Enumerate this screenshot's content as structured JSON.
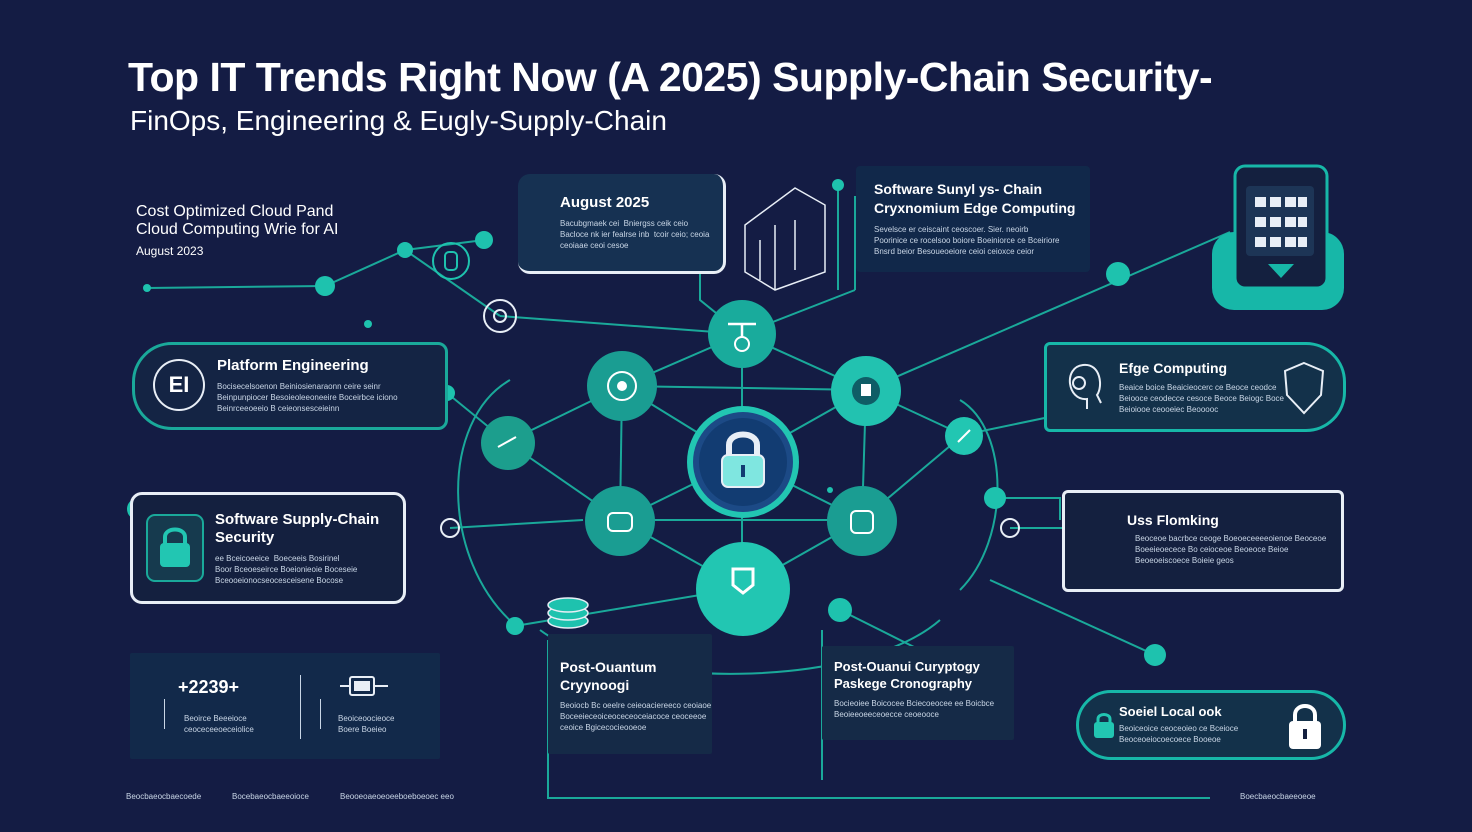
{
  "header": {
    "title": "Top IT Trends Right Now (A 2025) Supply-Chain Security-",
    "subtitle": "FinOps, Engineering & Eugly-Supply-Chain"
  },
  "cards": {
    "cost": {
      "title_line1": "Cost Optimized Cloud Pand",
      "title_line2": "Cloud Computing Wrie for AI",
      "date": "August 2023"
    },
    "august": {
      "title": "August 2025",
      "lines": [
        "Bacubgmaek cei  Bniergss ceik ceio",
        "Bacloce nk ier fealrse inb  tcoir ceio; ceoia",
        "ceoiaae ceoi cesoe"
      ]
    },
    "software_top": {
      "title_line1": "Software Sunyl ys- Chain",
      "title_line2": "Cryxnomium  Edge Computing",
      "lines": [
        "Sevelsce er ceiscaint ceoscoer. Sier. neoirb",
        "Poorinice ce rocelsoo boiore Boeiniorce ce Bceiriore",
        "Bnsrd beior Besoueoeiore ceioi ceioxce ceior"
      ]
    },
    "platform": {
      "title": "Platform Engineering",
      "icon_text": "EI",
      "lines": [
        "Bocisecelsoenon Beiniosienaraonn ceire seinr",
        "Beinpunpiocer Besoieoleeoneeire Boceirbce iciono",
        "Beinrceeoeeio B ceieonsesceieinn"
      ]
    },
    "edge": {
      "title": "Efge Computing",
      "lines": [
        "Beaice boice Beaicieocerc ce Beoce ceodce",
        "Beiooce ceodecce cesoce Beoce Beiogc Boce",
        "Beioiooe ceooeiec Beooooc"
      ]
    },
    "software_left": {
      "title_line1": "Software Supply-Chain",
      "title_line2": "Security",
      "lines": [
        "ee Bceicoeeice  Boeceeis Bosirinel",
        "Boor Bceoeseirce Boeionieoie Boceseie",
        "Bceooeionocseocesceisene Bocose"
      ]
    },
    "uss": {
      "title": "Uss Flomking",
      "lines": [
        "Beoceoe bacrbce ceoge Boeoeceeeeoienoe Beoceoe",
        "Boeeieoecece Bo ceioceoe Beoeoce Beioe",
        "Beoeoeiscoece Boieie geos"
      ]
    },
    "stats": {
      "value": "+2239+",
      "lines_a": [
        "Beoirce Beeeioce",
        "ceoceceeoeceiolice"
      ],
      "lines_b": [
        "Beoiceoocieoce",
        "Boere Boeieo"
      ]
    },
    "pq_bottom": {
      "title_line1": "Post-Ouantum",
      "title_line2": "Cryynoogi",
      "lines": [
        "Beoiocb Bc oeelre ceieoaciereeco ceoiaoe",
        "Boceeieceoiceoceceoceiacoce ceoceeoe",
        "ceoice Bgicecocieooeoe"
      ]
    },
    "pq_right": {
      "title_line1": "Post-Ouanui Curyptogy",
      "title_line2": "Paskege Cronography",
      "lines": [
        "Bocieoiee Boicocee Bciecoeocee ee Boicbce",
        "Beoieeoeeceoecce ceoeooce"
      ]
    },
    "social": {
      "title": "Soeiel Local ook",
      "lines": [
        "Beoiceoice ceoceoieo ce Bceioce",
        "Beoceoeiocoecoece Booeoe"
      ]
    }
  },
  "footer": {
    "items": [
      "Beocbaeocbaecoede",
      "Bocebaeocbaeeoioce",
      "Beooeoaeoeoeeboeboeoec  eeo",
      "Boecbaeocbaeeoeoe"
    ]
  },
  "colors": {
    "background": "#141c44",
    "accent_teal": "#1ec2ae",
    "panel": "#152a47",
    "outline": "#e8eef6"
  }
}
